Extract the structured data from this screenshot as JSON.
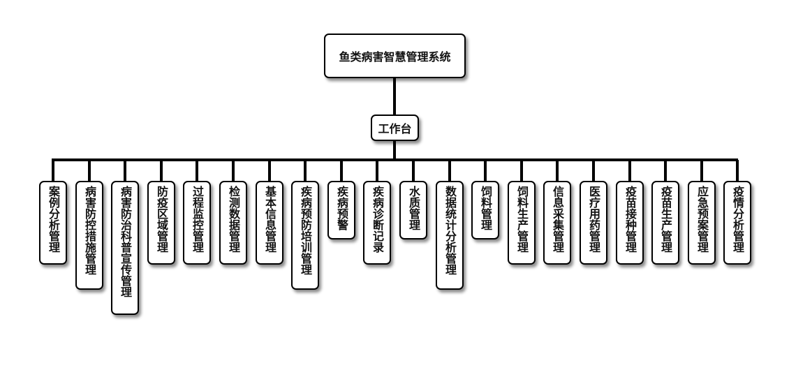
{
  "diagram": {
    "root": "鱼类病害智慧管理系统",
    "hub": "工作台",
    "modules": [
      "案例分析管理",
      "病害防控措施管理",
      "病害防治科普宣传管理",
      "防疫区域管理",
      "过程监控管理",
      "检测数据管理",
      "基本信息管理",
      "疾病预防培训管理",
      "疾病预警",
      "疾病诊断记录",
      "水质管理",
      "数据统计分析管理",
      "饲料管理",
      "饲料生产管理",
      "信息采集管理",
      "医疗用药管理",
      "疫苗接种管理",
      "疫苗生产管理",
      "应急预案管理",
      "疫情分析管理"
    ]
  }
}
